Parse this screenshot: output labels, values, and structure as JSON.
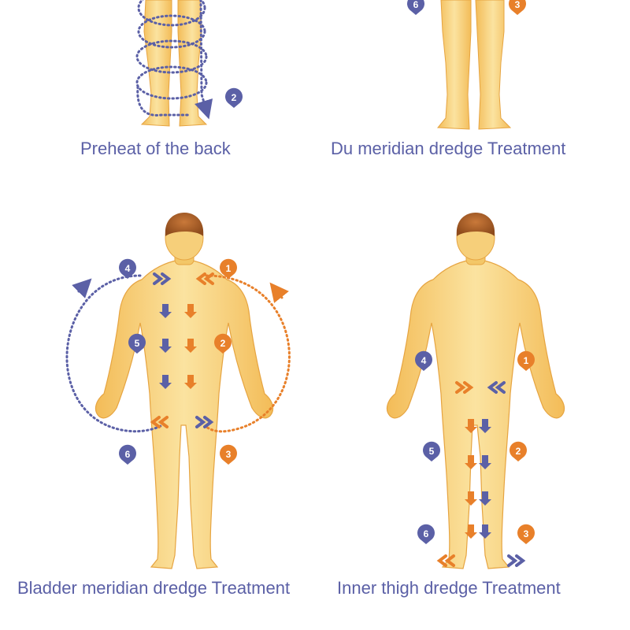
{
  "colors": {
    "skin": "#f6cf7a",
    "skin_outline": "#e6a441",
    "hair": "#b0642a",
    "blue_accent": "#5b60a6",
    "orange_accent": "#e8802a",
    "caption_text": "#5b60a6"
  },
  "panels": [
    {
      "caption": "Preheat of the back",
      "badges": [
        {
          "number": "2",
          "color": "blue"
        }
      ]
    },
    {
      "caption": "Du meridian dredge Treatment",
      "badges": [
        {
          "number": "6",
          "color": "blue"
        },
        {
          "number": "3",
          "color": "orange"
        }
      ]
    },
    {
      "caption": "Bladder meridian dredge Treatment",
      "badges": [
        {
          "number": "4",
          "color": "blue"
        },
        {
          "number": "1",
          "color": "orange"
        },
        {
          "number": "5",
          "color": "blue"
        },
        {
          "number": "2",
          "color": "orange"
        },
        {
          "number": "6",
          "color": "blue"
        },
        {
          "number": "3",
          "color": "orange"
        }
      ]
    },
    {
      "caption": "Inner thigh dredge Treatment",
      "badges": [
        {
          "number": "4",
          "color": "blue"
        },
        {
          "number": "1",
          "color": "orange"
        },
        {
          "number": "5",
          "color": "blue"
        },
        {
          "number": "2",
          "color": "orange"
        },
        {
          "number": "6",
          "color": "blue"
        },
        {
          "number": "3",
          "color": "orange"
        }
      ]
    }
  ],
  "icons": [
    "person-back-figure",
    "location-pin-badge-icon",
    "dotted-path-arrow",
    "downward-arrow-icon",
    "chevron-arrow-icon"
  ]
}
